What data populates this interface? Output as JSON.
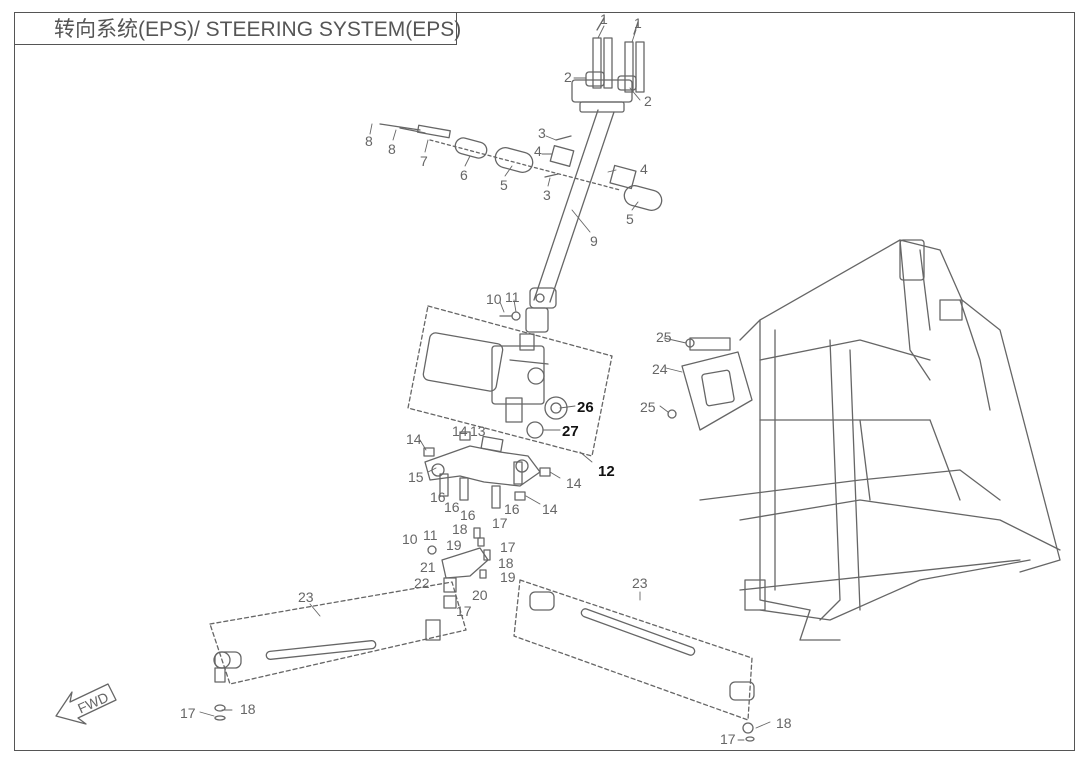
{
  "title": "转向系统(EPS)/ STEERING SYSTEM(EPS)",
  "fwd_label": "FWD",
  "colors": {
    "line": "#666666",
    "dark": "#111111",
    "frame": "#555555"
  },
  "labels": [
    {
      "id": "l1a",
      "text": "1"
    },
    {
      "id": "l1b",
      "text": "1"
    },
    {
      "id": "l2a",
      "text": "2"
    },
    {
      "id": "l2b",
      "text": "2"
    },
    {
      "id": "l3a",
      "text": "3"
    },
    {
      "id": "l3b",
      "text": "3"
    },
    {
      "id": "l4a",
      "text": "4"
    },
    {
      "id": "l4b",
      "text": "4"
    },
    {
      "id": "l5a",
      "text": "5"
    },
    {
      "id": "l5b",
      "text": "5"
    },
    {
      "id": "l6",
      "text": "6"
    },
    {
      "id": "l7",
      "text": "7"
    },
    {
      "id": "l8a",
      "text": "8"
    },
    {
      "id": "l8b",
      "text": "8"
    },
    {
      "id": "l9",
      "text": "9"
    },
    {
      "id": "l10a",
      "text": "10"
    },
    {
      "id": "l10b",
      "text": "10"
    },
    {
      "id": "l11a",
      "text": "11"
    },
    {
      "id": "l11b",
      "text": "11"
    },
    {
      "id": "l12",
      "text": "12"
    },
    {
      "id": "l13",
      "text": "13"
    },
    {
      "id": "l14a",
      "text": "14"
    },
    {
      "id": "l14b",
      "text": "14"
    },
    {
      "id": "l14c",
      "text": "14"
    },
    {
      "id": "l14d",
      "text": "14"
    },
    {
      "id": "l15",
      "text": "15"
    },
    {
      "id": "l16a",
      "text": "16"
    },
    {
      "id": "l16b",
      "text": "16"
    },
    {
      "id": "l16c",
      "text": "16"
    },
    {
      "id": "l16d",
      "text": "16"
    },
    {
      "id": "l17a",
      "text": "17"
    },
    {
      "id": "l17b",
      "text": "17"
    },
    {
      "id": "l17c",
      "text": "17"
    },
    {
      "id": "l17d",
      "text": "17"
    },
    {
      "id": "l17e",
      "text": "17"
    },
    {
      "id": "l18a",
      "text": "18"
    },
    {
      "id": "l18b",
      "text": "18"
    },
    {
      "id": "l18c",
      "text": "18"
    },
    {
      "id": "l18d",
      "text": "18"
    },
    {
      "id": "l19a",
      "text": "19"
    },
    {
      "id": "l19b",
      "text": "19"
    },
    {
      "id": "l20",
      "text": "20"
    },
    {
      "id": "l21",
      "text": "21"
    },
    {
      "id": "l22",
      "text": "22"
    },
    {
      "id": "l23a",
      "text": "23"
    },
    {
      "id": "l23b",
      "text": "23"
    },
    {
      "id": "l24",
      "text": "24"
    },
    {
      "id": "l25a",
      "text": "25"
    },
    {
      "id": "l25b",
      "text": "25"
    },
    {
      "id": "l26",
      "text": "26"
    },
    {
      "id": "l27",
      "text": "27"
    }
  ]
}
